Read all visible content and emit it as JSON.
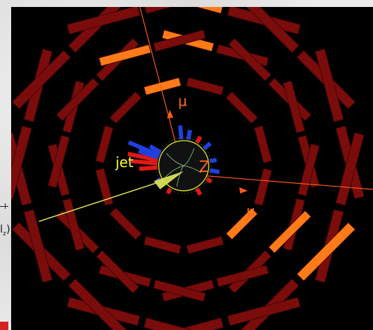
{
  "labels": {
    "jet": "jet",
    "z_boson": "Z",
    "muon_upper": "μ",
    "muon_lower": "μ"
  },
  "axis_fragment": {
    "main": "l",
    "sub": "z",
    "close": ")"
  },
  "colors": {
    "background": "#000000",
    "muon_chamber": "#7a0c0c",
    "muon_chamber_hit": "#ff7a18",
    "muon_track": "#ff5a1a",
    "jet_arrow": "#d8e05a",
    "tracker_circle": "#c8d020",
    "calo_red": "#e01818",
    "calo_blue": "#2040e0",
    "label_jet": "#ffff33",
    "label_orange": "#ff6a1a"
  }
}
